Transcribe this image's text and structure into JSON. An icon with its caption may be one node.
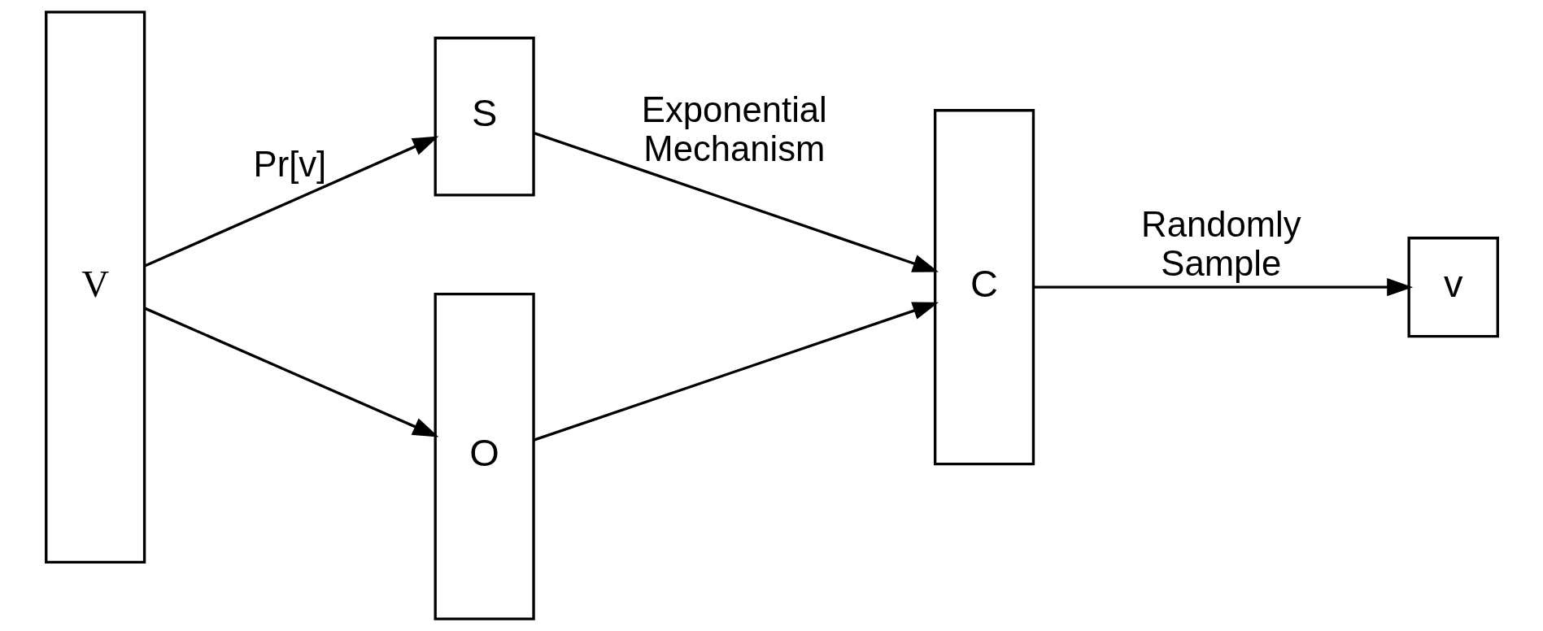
{
  "diagram": {
    "nodes": [
      {
        "text": [
          "V"
        ]
      },
      {
        "text": [
          "S"
        ]
      },
      {
        "text": [
          "O"
        ]
      },
      {
        "text": [
          "C"
        ]
      },
      {
        "text": [
          "v"
        ]
      }
    ],
    "edges": [
      {
        "from": 0,
        "to": 1,
        "arrow": "to",
        "label": "Pr[v]"
      },
      {
        "from": 0,
        "to": 2,
        "arrow": "to"
      },
      {
        "from": 1,
        "to": 3,
        "arrow": "to",
        "label": "Exponential Mechanism"
      },
      {
        "from": 2,
        "to": 3,
        "arrow": "to"
      },
      {
        "from": 3,
        "to": 4,
        "arrow": "to",
        "label": "Randomly Sample"
      }
    ]
  }
}
